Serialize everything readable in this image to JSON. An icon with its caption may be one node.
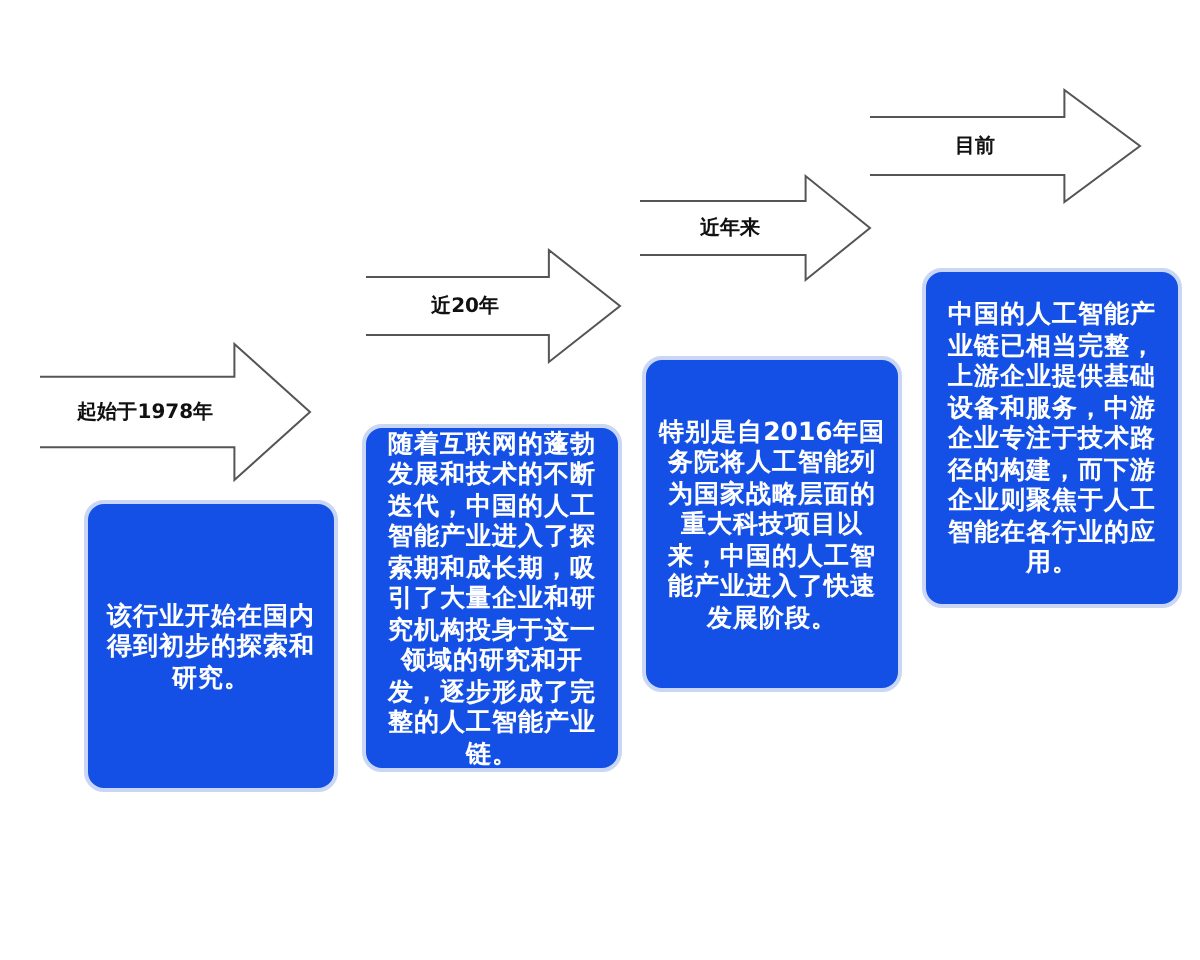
{
  "diagram": {
    "nodes": [
      {
        "text": [
          "起始于1978年"
        ]
      },
      {
        "text": [
          "近20年"
        ]
      },
      {
        "text": [
          "近年来"
        ]
      },
      {
        "text": [
          "目前"
        ]
      },
      {
        "text": [
          "该行业开始在国内得到初步的探索和研究。"
        ]
      },
      {
        "text": [
          "随着互联网的蓬勃发展和技术的不断迭代，中国的人工智能产业进入了探索期和成长期，吸引了大量企业和研究机构投身于这一领域的研究和开发，逐步形成了完整的人工智能产业链。"
        ]
      },
      {
        "text": [
          "特别是自2016年国务院将人工智能列为国家战略层面的重大科技项目以来，中国的人工智能产业进入了快速发展阶段。"
        ]
      },
      {
        "text": [
          "中国的人工智能产业链已相当完整，上游企业提供基础设备和服务，中游企业专注于技术路径的构建，而下游企业则聚焦于人工智能在各行业的应用。"
        ]
      }
    ]
  }
}
